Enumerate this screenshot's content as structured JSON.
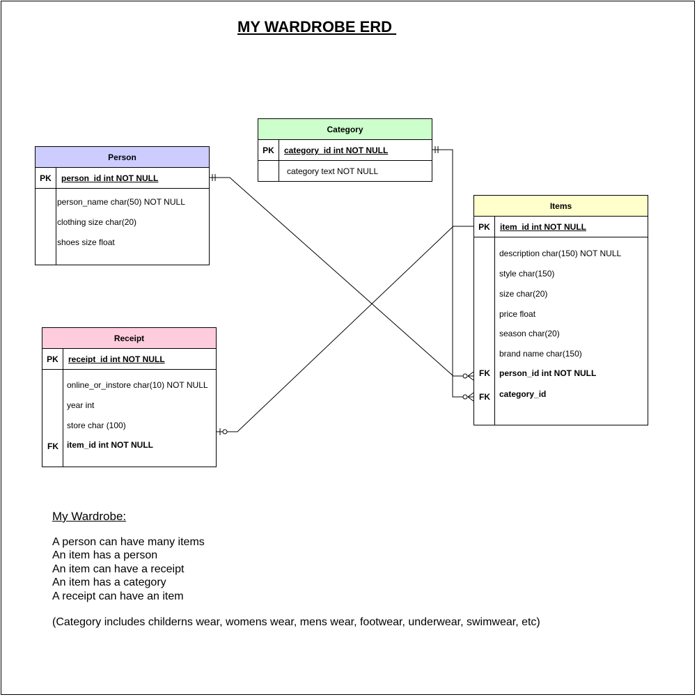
{
  "title": "MY WARDROBE ERD ",
  "colors": {
    "person_header": "#ccccff",
    "category_header": "#ccffcc",
    "items_header": "#ffffcc",
    "receipt_header": "#ffccdd"
  },
  "entities": {
    "person": {
      "name": "Person",
      "pk_label": "PK",
      "pk": "person_id int NOT NULL",
      "fields": [
        "person_name char(50) NOT NULL",
        "clothing size char(20)",
        "shoes size float"
      ]
    },
    "category": {
      "name": "Category",
      "pk_label": "PK",
      "pk": "category_id int NOT NULL",
      "fields": [
        "category text NOT NULL"
      ]
    },
    "items": {
      "name": "Items",
      "pk_label": "PK",
      "pk": "item_id int NOT NULL",
      "fields": [
        "description char(150) NOT NULL",
        "style char(150)",
        "size char(20)",
        "price float",
        "season char(20)",
        "brand name char(150)"
      ],
      "fk_label": "FK",
      "fks": [
        "person_id int NOT NULL",
        "category_id"
      ]
    },
    "receipt": {
      "name": "Receipt",
      "pk_label": "PK",
      "pk": "receipt_id int NOT NULL",
      "fields": [
        "online_or_instore char(10) NOT NULL",
        "year int",
        "store char (100)"
      ],
      "fk_label": "FK",
      "fks": [
        "item_id int NOT NULL"
      ]
    }
  },
  "relationships": [
    {
      "from": "Person",
      "to": "Items",
      "from_end": "one-and-only-one",
      "to_end": "zero-or-many"
    },
    {
      "from": "Category",
      "to": "Items",
      "from_end": "one-and-only-one",
      "to_end": "zero-or-many"
    },
    {
      "from": "Items",
      "to": "Receipt",
      "from_end": "one",
      "to_end": "zero-or-one"
    }
  ],
  "notes": {
    "heading": "My Wardrobe:",
    "lines": [
      "A person can have many items",
      "An item has a person",
      "An item can have a receipt",
      "An item has a category",
      "A receipt can have an item"
    ],
    "footer": "(Category includes childerns wear, womens wear, mens wear, footwear, underwear, swimwear, etc)"
  }
}
